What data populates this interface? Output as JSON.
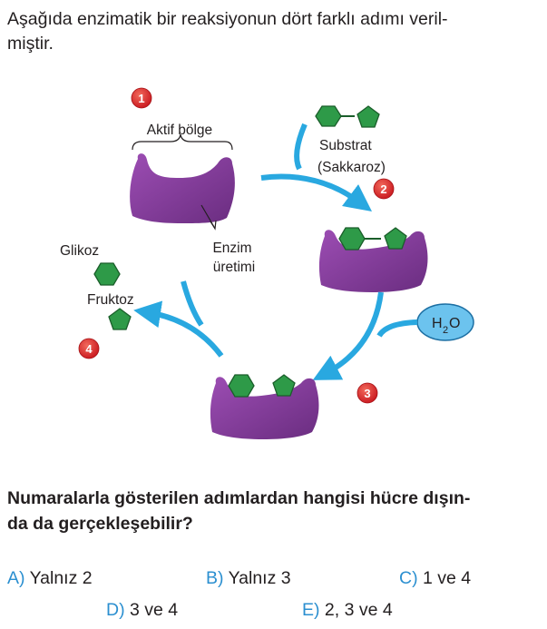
{
  "intro": {
    "line1": "Aşağıda enzimatik bir reaksiyonun dört farklı adımı veril-",
    "line2": "miştir."
  },
  "diagram": {
    "labels": {
      "active_site": "Aktif bölge",
      "substrate": "Substrat",
      "sucrose": "(Sakkaroz)",
      "enzyme": "Enzim",
      "production": "üretimi",
      "glucose": "Glikoz",
      "fructose": "Fruktoz",
      "water_main": "H",
      "water_sub": "2",
      "water_end": "O"
    },
    "steps": [
      "1",
      "2",
      "3",
      "4"
    ],
    "colors": {
      "enzyme": "#8b3fa0",
      "enzyme_shade": "#6a2d80",
      "sugar": "#2e9a48",
      "arrow": "#29a8e0",
      "step_badge": "#d9262b",
      "water": "#6cc3ee"
    }
  },
  "question": {
    "line1": "Numaralarla gösterilen adımlardan hangisi hücre dışın-",
    "line2": "da da gerçekleşebilir?"
  },
  "options": [
    {
      "letter": "A)",
      "text": "Yalnız 2"
    },
    {
      "letter": "B)",
      "text": "Yalnız 3"
    },
    {
      "letter": "C)",
      "text": "1 ve 4"
    },
    {
      "letter": "D)",
      "text": "3 ve 4"
    },
    {
      "letter": "E)",
      "text": "2, 3 ve 4"
    }
  ]
}
